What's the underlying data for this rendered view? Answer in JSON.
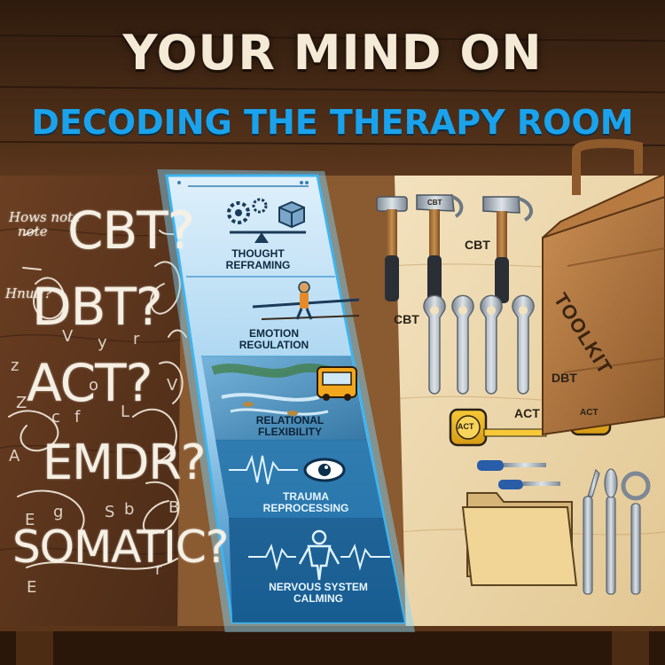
{
  "title": {
    "line1": "YOUR MIND ON",
    "line2": "DECODING THE THERAPY ROOM"
  },
  "chalkboard": {
    "questions": [
      "CBT?",
      "DBT?",
      "ACT?",
      "EMDR?",
      "SOMATIC?"
    ],
    "notes": [
      "Hows note",
      "note",
      "Hnut!?"
    ]
  },
  "panel": {
    "items": [
      {
        "label_line1": "THOUGHT",
        "label_line2": "REFRAMING",
        "icon": "gears-balance-icon"
      },
      {
        "label_line1": "EMOTION",
        "label_line2": "REGULATION",
        "icon": "tightrope-walker-icon"
      },
      {
        "label_line1": "RELATIONAL",
        "label_line2": "FLEXIBILITY",
        "icon": "river-bus-icon"
      },
      {
        "label_line1": "TRAUMA",
        "label_line2": "REPROCESSING",
        "icon": "eye-wave-icon"
      },
      {
        "label_line1": "NERVOUS SYSTEM",
        "label_line2": "CALMING",
        "icon": "calm-body-icon"
      }
    ]
  },
  "toolbox": {
    "tool_labels": {
      "cbt_right": "CBT",
      "cbt_hammer": "CBT",
      "cbt_left": "CBT",
      "dbt": "DBT",
      "act": "ACT",
      "act_tape1": "ACT",
      "act_tape2": "ACT",
      "toolkit": "TOOLKIT"
    }
  },
  "colors": {
    "accent_blue": "#1aa3ec",
    "title_cream": "#f4ead6",
    "wood_dark": "#3a2414",
    "table_light": "#efdcb4"
  }
}
